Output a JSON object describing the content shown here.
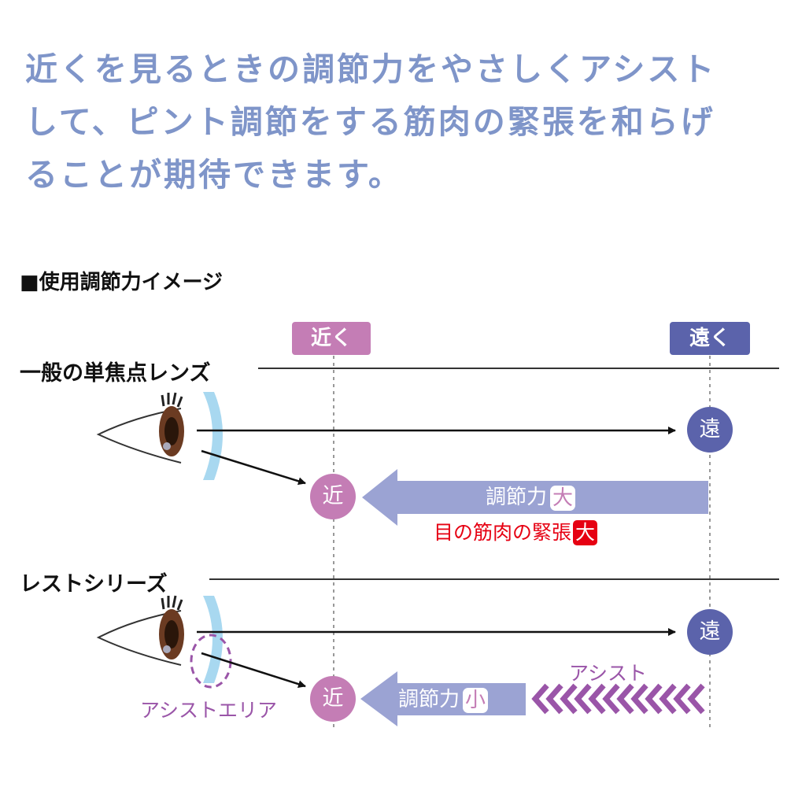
{
  "intro": {
    "lines": [
      "近くを見るときの調節力をやさしくアシスト",
      "して、ピント調節をする筋肉の緊張を和らげ",
      "ることが期待できます。"
    ]
  },
  "diagram": {
    "section_title": "■使用調節力イメージ",
    "near_header": "近く",
    "far_header": "遠く",
    "single_vision": {
      "label": "一般の単焦点レンズ",
      "far_mark": "遠",
      "near_mark": "近",
      "effort_label": "調節力",
      "effort_level": "大",
      "tension_label": "目の筋肉の緊張",
      "tension_level": "大"
    },
    "rest_series": {
      "label": "レストシリーズ",
      "far_mark": "遠",
      "near_mark": "近",
      "effort_label": "調節力",
      "effort_level": "小",
      "assist_label": "アシスト",
      "assist_area_label": "アシストエリア"
    }
  },
  "colors": {
    "intro_text": "#7f95c9",
    "near": "#c47db5",
    "far": "#5b63ab",
    "effort_arrow": "#9ba3d3",
    "tension": "#e60012",
    "assist": "#9a55a8",
    "lens": "#a8d8f0"
  }
}
